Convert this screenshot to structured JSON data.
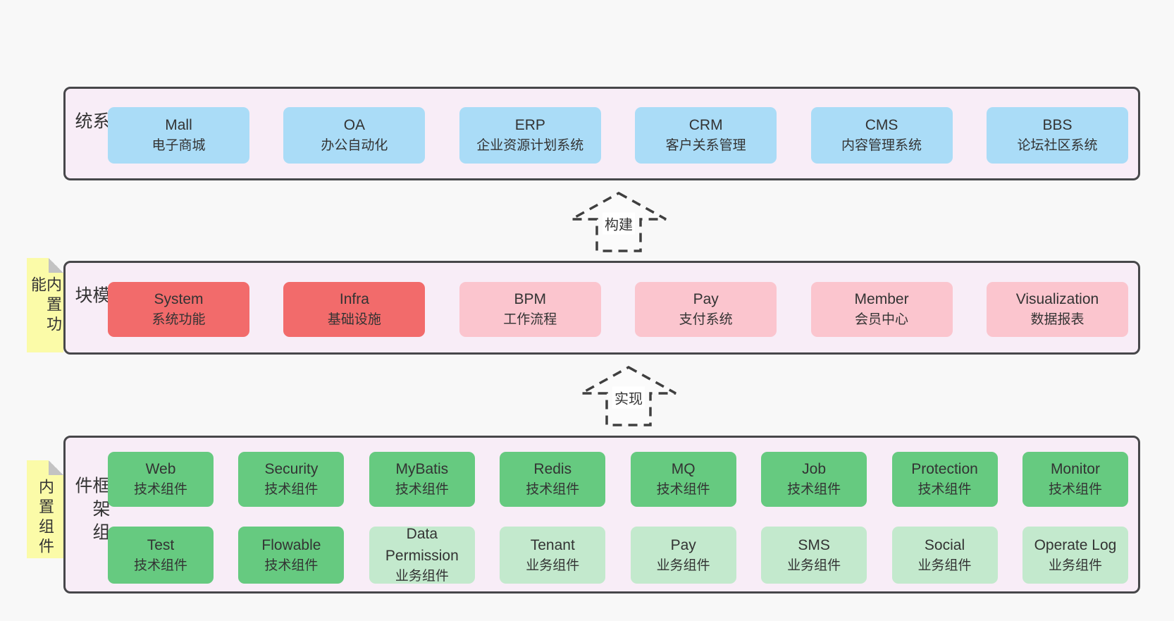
{
  "colors": {
    "page_background": "#f8f8f8",
    "layer_background": "#f8edf7",
    "layer_border": "#47474a",
    "blue_box": "#aadcf7",
    "red_box": "#f26b6b",
    "pink_box": "#fbc5ce",
    "green_box": "#66ca80",
    "light_green_box": "#c3e9cd",
    "note_yellow": "#fbfba8",
    "text": "#333333"
  },
  "arrows": [
    {
      "label": "构建"
    },
    {
      "label": "实现"
    }
  ],
  "layers": [
    {
      "label": "业务系统",
      "boxes": [
        {
          "title": "Mall",
          "subtitle": "电子商城"
        },
        {
          "title": "OA",
          "subtitle": "办公自动化"
        },
        {
          "title": "ERP",
          "subtitle": "企业资源计划系统"
        },
        {
          "title": "CRM",
          "subtitle": "客户关系管理"
        },
        {
          "title": "CMS",
          "subtitle": "内容管理系统"
        },
        {
          "title": "BBS",
          "subtitle": "论坛社区系统"
        }
      ]
    },
    {
      "label": "通用模块",
      "note": "内置功能",
      "boxes": [
        {
          "title": "System",
          "subtitle": "系统功能"
        },
        {
          "title": "Infra",
          "subtitle": "基础设施"
        },
        {
          "title": "BPM",
          "subtitle": "工作流程"
        },
        {
          "title": "Pay",
          "subtitle": "支付系统"
        },
        {
          "title": "Member",
          "subtitle": "会员中心"
        },
        {
          "title": "Visualization",
          "subtitle": "数据报表"
        }
      ]
    },
    {
      "label": "框架组件",
      "note": "内置组件",
      "rows": [
        {
          "boxes": [
            {
              "title": "Web",
              "subtitle": "技术组件"
            },
            {
              "title": "Security",
              "subtitle": "技术组件"
            },
            {
              "title": "MyBatis",
              "subtitle": "技术组件"
            },
            {
              "title": "Redis",
              "subtitle": "技术组件"
            },
            {
              "title": "MQ",
              "subtitle": "技术组件"
            },
            {
              "title": "Job",
              "subtitle": "技术组件"
            },
            {
              "title": "Protection",
              "subtitle": "技术组件"
            },
            {
              "title": "Monitor",
              "subtitle": "技术组件"
            }
          ]
        },
        {
          "boxes": [
            {
              "title": "Test",
              "subtitle": "技术组件"
            },
            {
              "title": "Flowable",
              "subtitle": "技术组件"
            },
            {
              "title": "Data Permission",
              "subtitle": "业务组件"
            },
            {
              "title": "Tenant",
              "subtitle": "业务组件"
            },
            {
              "title": "Pay",
              "subtitle": "业务组件"
            },
            {
              "title": "SMS",
              "subtitle": "业务组件"
            },
            {
              "title": "Social",
              "subtitle": "业务组件"
            },
            {
              "title": "Operate Log",
              "subtitle": "业务组件"
            }
          ]
        }
      ]
    }
  ]
}
